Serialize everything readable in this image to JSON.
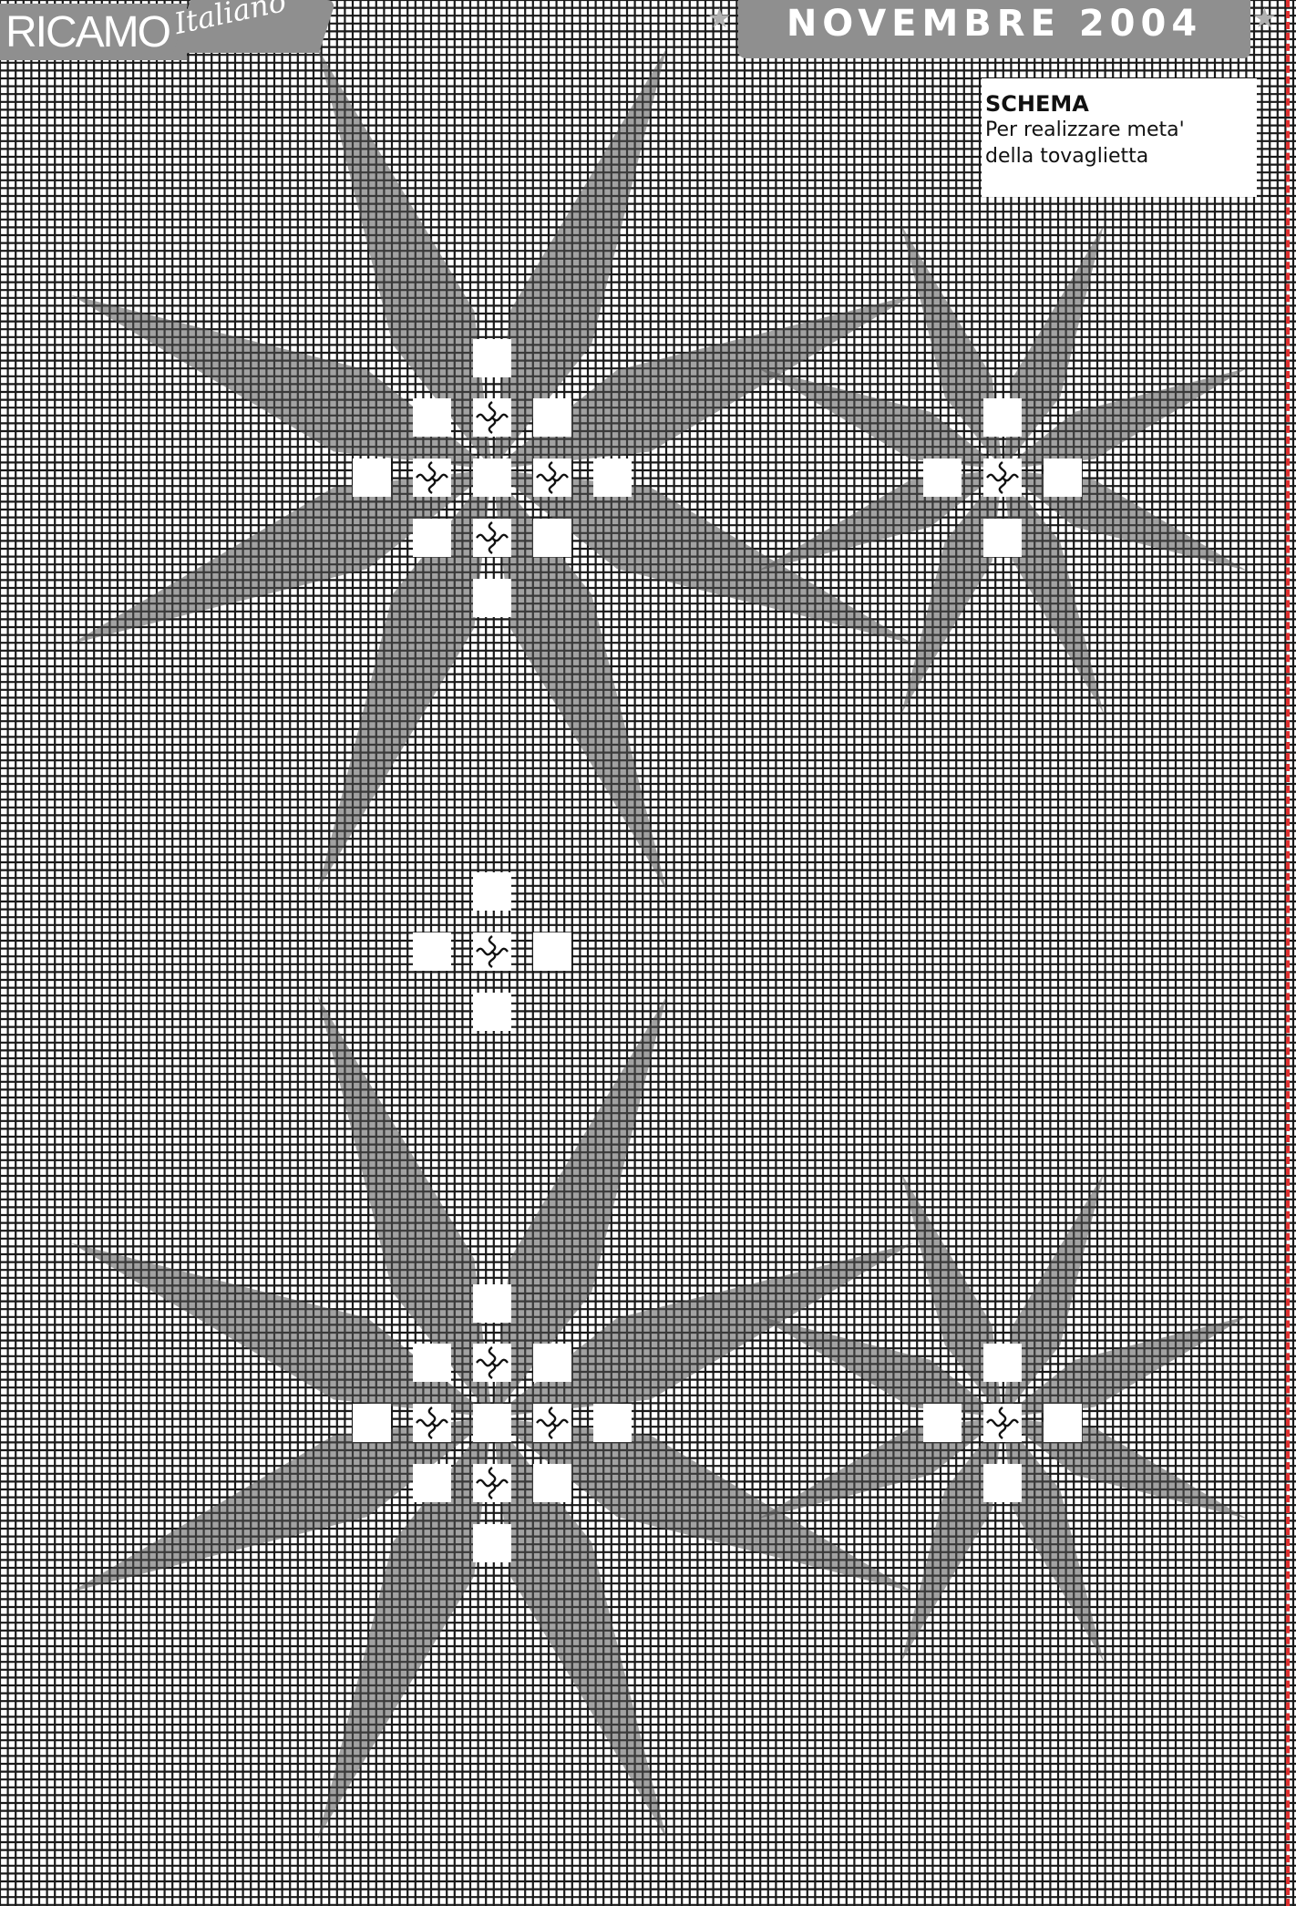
{
  "header": {
    "brand": {
      "main": "RICAMO",
      "script": "Italiano"
    },
    "issue": "NOVEMBRE 2004"
  },
  "label": {
    "title": "SCHEMA",
    "line1": "Per realizzare meta'",
    "line2": "della tovaglietta"
  },
  "colors": {
    "grid_ink": "#1a1a1a",
    "background": "#ffffff",
    "banner_gray": "#8f8f8f",
    "cut_line_red": "#e03030"
  },
  "icons": [
    "star-icon",
    "flower-stitch-icon",
    "cut-line"
  ]
}
